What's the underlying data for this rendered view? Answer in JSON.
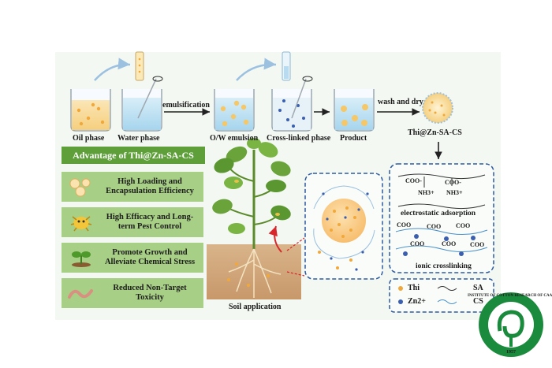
{
  "process": {
    "oil_phase": "Oil phase",
    "water_phase": "Water phase",
    "emulsification": "emulsification",
    "ow_emulsion": "O/W emulsion",
    "crosslinked_phase": "Cross-linked phase",
    "product": "Product",
    "wash_and_dry": "wash and dry",
    "final_product": "Thi@Zn-SA-CS"
  },
  "advantages": {
    "title": "Advantage of Thi@Zn-SA-CS",
    "items": [
      {
        "line1": "High Loading and",
        "line2": "Encapsulation Efficiency",
        "icon": "capsules-icon"
      },
      {
        "line1": "High Efficacy and Long-",
        "line2": "term Pest Control",
        "icon": "pest-icon"
      },
      {
        "line1": "Promote Growth and",
        "line2": "Alleviate Chemical Stress",
        "icon": "seedling-icon"
      },
      {
        "line1": "Reduced Non-Target",
        "line2": "Toxicity",
        "icon": "earthworm-icon"
      }
    ]
  },
  "plant": {
    "label": "Soil application"
  },
  "mechanism": {
    "nh3": "NH3+",
    "coo": "COO-",
    "electrostatic": "electrostatic adsorption",
    "coo_plain": "COO",
    "ionic": "ionic crosslinking"
  },
  "legend": {
    "thi": "Thi",
    "zn": "Zn2+",
    "sa": "SA",
    "cs": "CS"
  },
  "logo": {
    "text": "中国农业科学院棉花研究所 INSTITUTE OF COTTON RESEARCH OF CAAS",
    "year": "1957"
  },
  "colors": {
    "green_title": "#5e9f3a",
    "advantage_box": "#a7cf86",
    "thi": "#f1a83a",
    "zn": "#3a5fb0",
    "dashed_box": "#2d5aa0",
    "logo_green": "#1a8a3c"
  }
}
